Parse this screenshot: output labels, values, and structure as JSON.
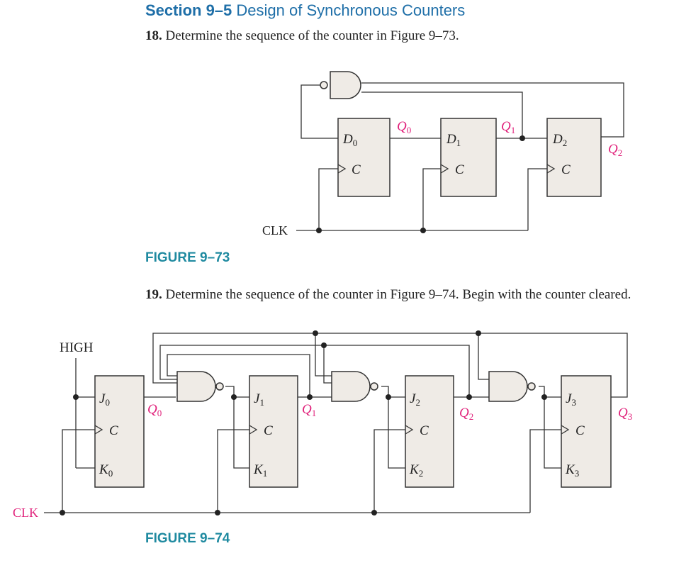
{
  "section": {
    "number": "Section 9–5",
    "title": "Design of Synchronous Counters"
  },
  "problem18": {
    "number": "18.",
    "text": "Determine the sequence of the counter in Figure 9–73."
  },
  "problem19": {
    "number": "19.",
    "text": "Determine the sequence of the counter in Figure 9–74. Begin with the counter cleared."
  },
  "figure73": {
    "label": "FIGURE 9–73",
    "clk": "CLK",
    "flipflops": [
      {
        "input": "D",
        "sub": "0",
        "clock": "C",
        "output": "Q",
        "out_sub": "0"
      },
      {
        "input": "D",
        "sub": "1",
        "clock": "C",
        "output": "Q",
        "out_sub": "1"
      },
      {
        "input": "D",
        "sub": "2",
        "clock": "C",
        "output": "Q",
        "out_sub": "2"
      }
    ]
  },
  "figure74": {
    "label": "FIGURE 9–74",
    "clk": "CLK",
    "high": "HIGH",
    "flipflops": [
      {
        "j": "J",
        "k": "K",
        "sub": "0",
        "clock": "C",
        "output": "Q"
      },
      {
        "j": "J",
        "k": "K",
        "sub": "1",
        "clock": "C",
        "output": "Q"
      },
      {
        "j": "J",
        "k": "K",
        "sub": "2",
        "clock": "C",
        "output": "Q"
      },
      {
        "j": "J",
        "k": "K",
        "sub": "3",
        "clock": "C",
        "output": "Q"
      }
    ]
  },
  "colors": {
    "heading": "#1f6fa8",
    "figure_label": "#1f8aa0",
    "output_label": "#e0207a",
    "flipflop_fill": "#efebe6"
  }
}
